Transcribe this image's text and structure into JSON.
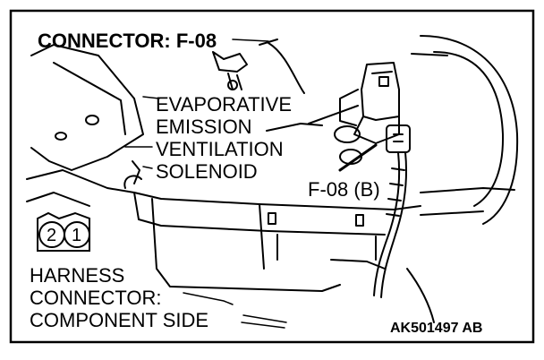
{
  "title": "CONNECTOR: F-08",
  "component_label": [
    "EVAPORATIVE",
    "EMISSION",
    "VENTILATION",
    "SOLENOID"
  ],
  "connector_id": "F-08 (B)",
  "harness_label": [
    "HARNESS",
    "CONNECTOR:",
    "COMPONENT SIDE"
  ],
  "pins": [
    "2",
    "1"
  ],
  "figure_code": "AK501497 AB"
}
